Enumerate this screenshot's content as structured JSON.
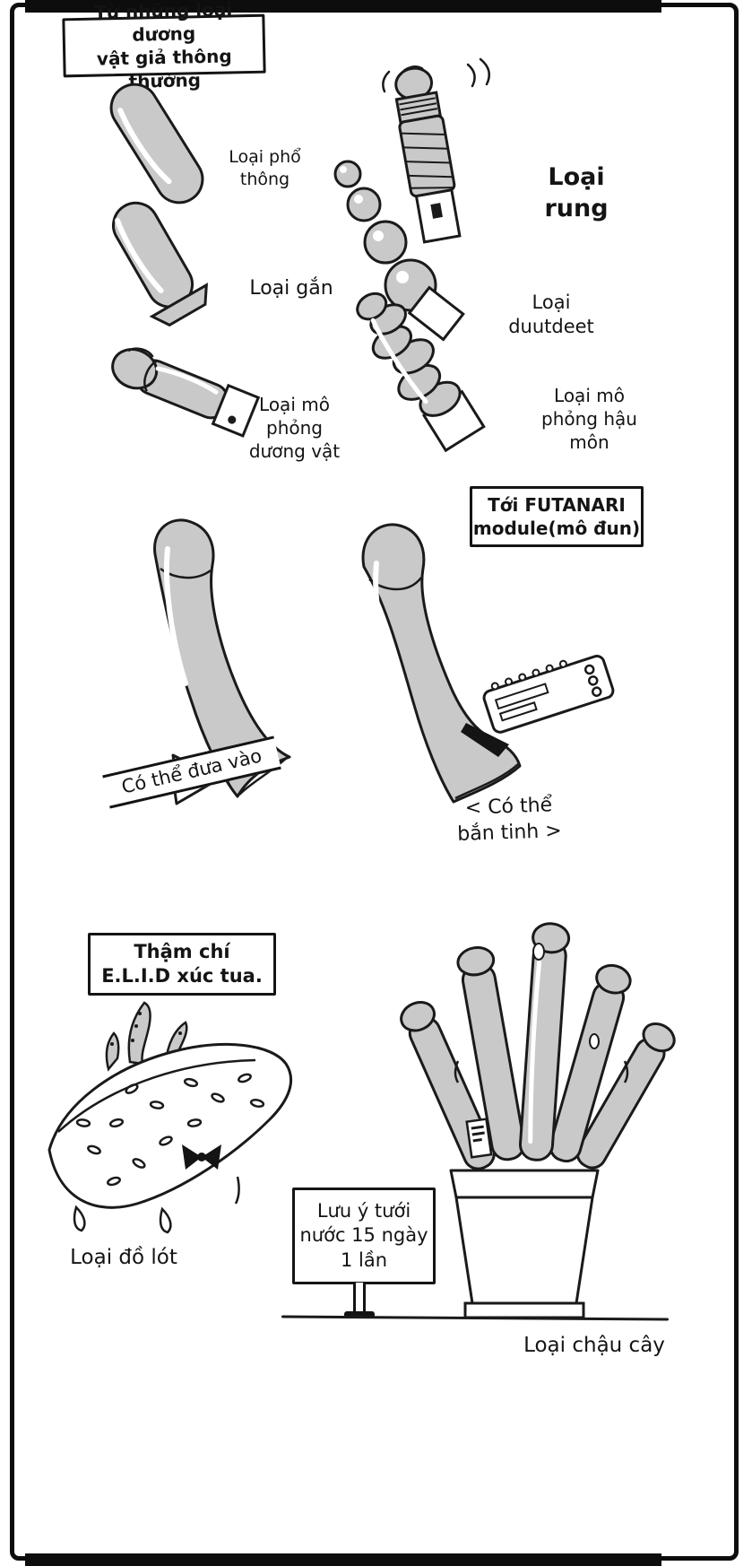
{
  "panel": {
    "background": "#ffffff",
    "ink_color": "#141414",
    "toy_fill_color": "#c9c9c9"
  },
  "captions": {
    "intro": "Từ những loại dương\nvật giả thông thường",
    "futanari": "Tới FUTANARI\nmodule(mô đun)",
    "elid": "Thậm chí\nE.L.I.D xúc tua.",
    "watering_sign": "Lưu ý tưới\nnước 15 ngày\n1 lần"
  },
  "labels": {
    "basic": "Loại phổ\nthông",
    "vibrating": "Loại rung",
    "strap": "Loại gắn",
    "beads": "Loại duutdeet",
    "realistic": "Loại mô phỏng\ndương vật",
    "anal": "Loại mô\nphỏng hậu môn",
    "insertable": "Có thể đưa vào",
    "ejaculate": "< Có thể\nbắn tinh >",
    "underwear": "Loại đồ lót",
    "plant_pot": "Loại chậu cây"
  },
  "icons": {
    "vibration_lines": "motion-squiggle",
    "insert_arrow": "block-arrow-right"
  }
}
